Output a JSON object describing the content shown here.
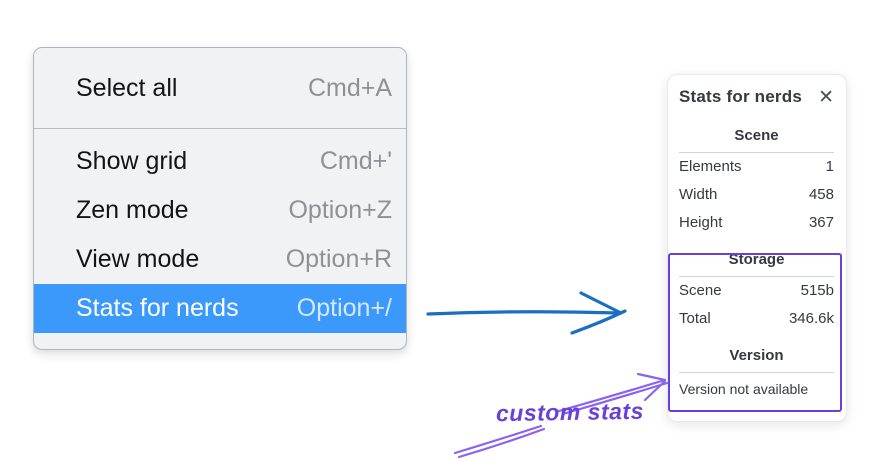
{
  "context_menu": {
    "groups": [
      {
        "items": [
          {
            "label": "Select all",
            "shortcut": "Cmd+A"
          }
        ]
      },
      {
        "items": [
          {
            "label": "Show grid",
            "shortcut": "Cmd+'"
          },
          {
            "label": "Zen mode",
            "shortcut": "Option+Z"
          },
          {
            "label": "View mode",
            "shortcut": "Option+R"
          },
          {
            "label": "Stats for nerds",
            "shortcut": "Option+/",
            "selected": true
          }
        ]
      }
    ]
  },
  "stats_panel": {
    "title": "Stats for nerds",
    "close_glyph": "✕",
    "sections": [
      {
        "heading": "Scene",
        "rows": [
          {
            "label": "Elements",
            "value": "1"
          },
          {
            "label": "Width",
            "value": "458"
          },
          {
            "label": "Height",
            "value": "367"
          }
        ]
      },
      {
        "heading": "Storage",
        "rows": [
          {
            "label": "Scene",
            "value": "515b"
          },
          {
            "label": "Total",
            "value": "346.6k"
          }
        ]
      },
      {
        "heading": "Version",
        "note": "Version not available"
      }
    ]
  },
  "annotations": {
    "custom_stats_label": "custom stats"
  },
  "colors": {
    "menu_highlight": "#3b99fc",
    "menu_bg": "#f1f2f4",
    "menu_border": "#aeb6bd",
    "arrow_blue": "#1b6fc2",
    "annotation_purple": "#6741d9",
    "arrow_purple": "#8a63f0",
    "panel_text": "#343a40"
  }
}
